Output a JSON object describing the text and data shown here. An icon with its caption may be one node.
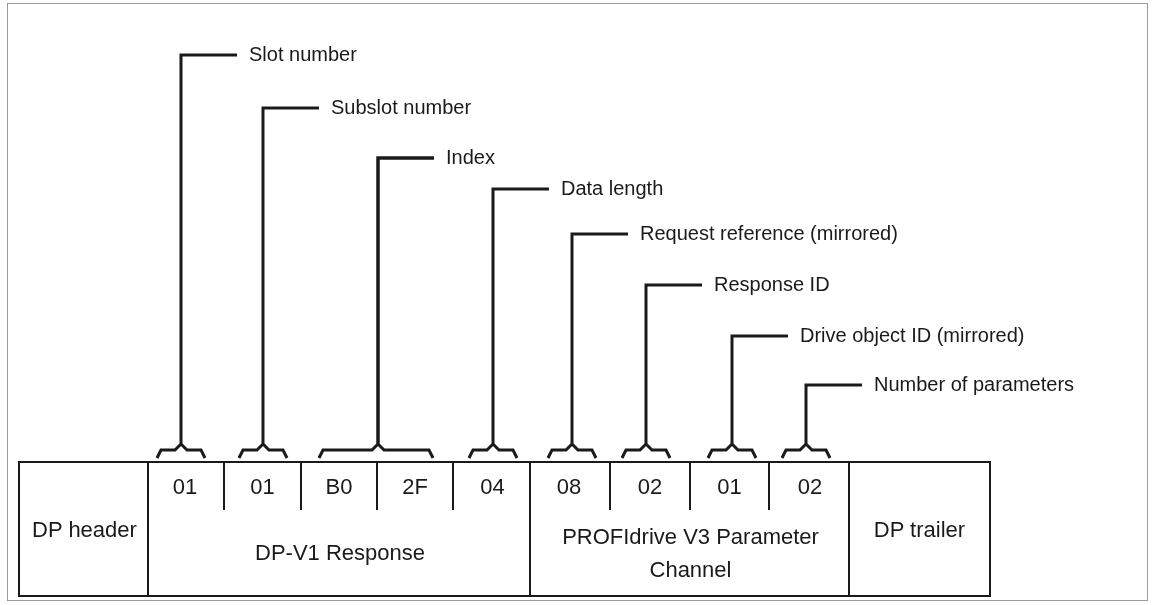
{
  "diagram": {
    "nodes": [
      {
        "text": [
          "Slot number"
        ]
      },
      {
        "text": [
          "Subslot number"
        ]
      },
      {
        "text": [
          "Index"
        ]
      },
      {
        "text": [
          "Data length"
        ]
      },
      {
        "text": [
          "Request reference (mirrored)"
        ]
      },
      {
        "text": [
          "Response ID"
        ]
      },
      {
        "text": [
          "Drive object ID (mirrored)"
        ]
      },
      {
        "text": [
          "Number of parameters"
        ]
      },
      {
        "text": [
          "DP header"
        ]
      },
      {
        "text": [
          "DP-V1 Response"
        ]
      },
      {
        "text": [
          "01"
        ],
        "in": 9
      },
      {
        "text": [
          "01"
        ],
        "in": 9
      },
      {
        "text": [
          "B0"
        ],
        "in": 9
      },
      {
        "text": [
          "2F"
        ],
        "in": 9
      },
      {
        "text": [
          "04"
        ],
        "in": 9
      },
      {
        "text": [
          "PROFIdrive V3 Parameter Channel"
        ]
      },
      {
        "text": [
          "08"
        ],
        "in": 15
      },
      {
        "text": [
          "02"
        ],
        "in": 15
      },
      {
        "text": [
          "01"
        ],
        "in": 15
      },
      {
        "text": [
          "02"
        ],
        "in": 15
      },
      {
        "text": [
          "DP trailer"
        ]
      }
    ],
    "edges": [
      {
        "from": 0,
        "to": 10,
        "arrow": "none"
      },
      {
        "from": 1,
        "to": 11,
        "arrow": "none"
      },
      {
        "from": 2,
        "to": 12,
        "arrow": "none"
      },
      {
        "from": 2,
        "to": 13,
        "arrow": "none"
      },
      {
        "from": 3,
        "to": 14,
        "arrow": "none"
      },
      {
        "from": 4,
        "to": 16,
        "arrow": "none"
      },
      {
        "from": 5,
        "to": 17,
        "arrow": "none"
      },
      {
        "from": 6,
        "to": 18,
        "arrow": "none"
      },
      {
        "from": 7,
        "to": 19,
        "arrow": "none"
      }
    ]
  }
}
